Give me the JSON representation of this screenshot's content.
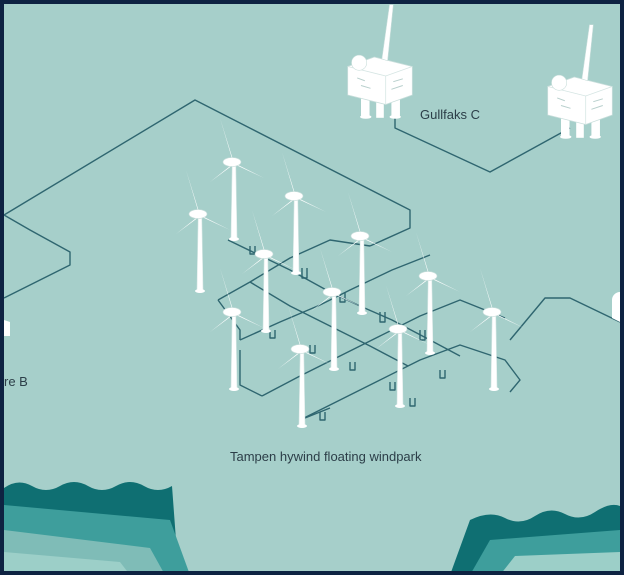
{
  "labels": {
    "platform_gullfaks_c": "Gullfaks C",
    "platform_partial_left": "re B",
    "windpark": "Tampen hywind floating windpark"
  },
  "icons": [
    "wind-turbine-icon",
    "oil-platform-icon",
    "subsea-cable"
  ],
  "colors": {
    "frame": "#0e2342",
    "sea_surface": "#a6cfca",
    "cable": "#2f6670",
    "turbine_white": "#ffffff",
    "wave_dark": "#0f6f72",
    "wave_mid": "#3e9e9c",
    "wave_light": "#9ccfc8"
  }
}
